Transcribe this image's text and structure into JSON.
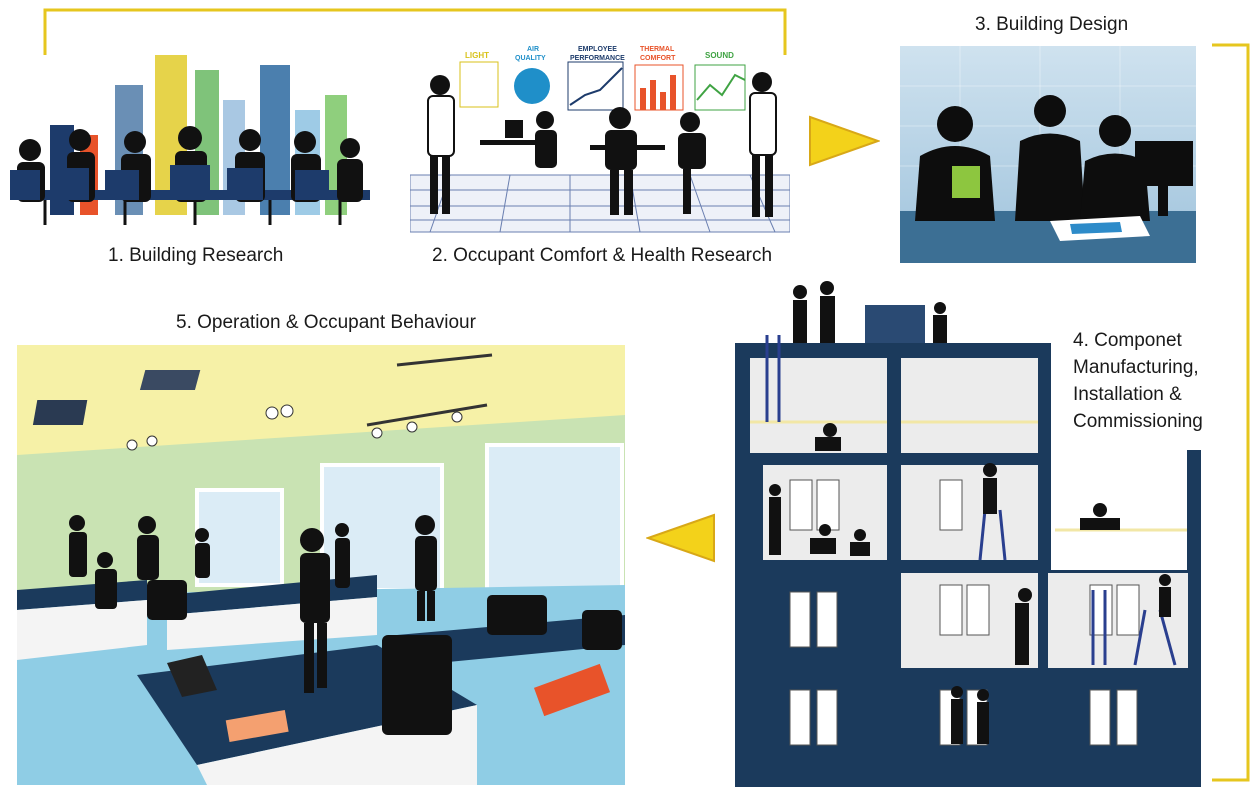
{
  "steps": [
    {
      "label": "1. Building Research"
    },
    {
      "label": "2. Occupant Comfort & Health Research"
    },
    {
      "label": "3. Building Design"
    },
    {
      "label_lines": [
        "4. Componet",
        "Manufacturing,",
        "Installation &",
        "Commissioning"
      ]
    },
    {
      "label": "5. Operation & Occupant Behaviour"
    }
  ],
  "research_charts": [
    {
      "label": "LIGHT",
      "color": "#d8c21a"
    },
    {
      "label_lines": [
        "AIR",
        "QUALITY"
      ],
      "color": "#1f8fc9"
    },
    {
      "label_lines": [
        "EMPLOYEE",
        "PERFORMANCE"
      ],
      "color": "#1d3b6b"
    },
    {
      "label_lines": [
        "THERMAL",
        "COMFORT"
      ],
      "color": "#e8532a"
    },
    {
      "label": "SOUND",
      "color": "#3fa343"
    }
  ],
  "colors": {
    "connector": "#e6c61e",
    "arrow": "#f3d21a",
    "building": "#1b3a5c",
    "silhouette": "#111111"
  }
}
